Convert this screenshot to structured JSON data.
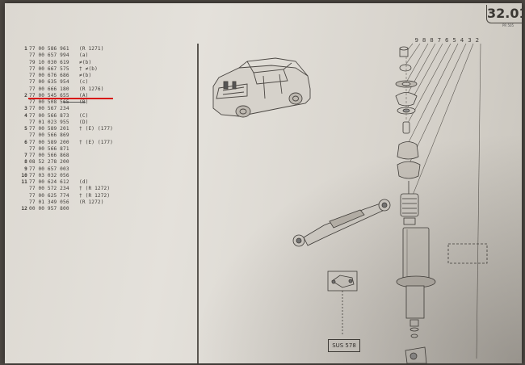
{
  "page_number": "32.01",
  "page_code": "PR 505",
  "figure_label": "SUS 578",
  "callout_numbers": [
    "9",
    "8",
    "8",
    "7",
    "6",
    "5",
    "4",
    "3",
    "2"
  ],
  "parts": [
    {
      "idx": "1",
      "num": "77 00 586 961",
      "note": "(R 1271)"
    },
    {
      "idx": "",
      "num": "77 00 657 994",
      "note": "(a)"
    },
    {
      "idx": "",
      "num": "79 10 030 619",
      "note": "≠(b)"
    },
    {
      "idx": "",
      "num": "77 00 667 575",
      "note": "† ≠(b)"
    },
    {
      "idx": "",
      "num": "77 00 676 686",
      "note": "≠(b)"
    },
    {
      "idx": "",
      "num": "77 00 635 954",
      "note": "(c)"
    },
    {
      "idx": "",
      "num": "77 00 666 180",
      "note": "(R 1276)"
    },
    {
      "idx": "2",
      "num": "77 00 545 655",
      "note": "(A)"
    },
    {
      "idx": "",
      "num": "77 00 508 565",
      "note": "(B)"
    },
    {
      "idx": "3",
      "num": "77 00 567 234",
      "note": ""
    },
    {
      "idx": "4",
      "num": "77 00 566 873",
      "note": "(C)"
    },
    {
      "idx": "",
      "num": "77 01 023 955",
      "note": "(D)"
    },
    {
      "idx": "5",
      "num": "77 00 589 201",
      "note": "† (E) (177)"
    },
    {
      "idx": "",
      "num": "77 00 566 869",
      "note": ""
    },
    {
      "idx": "6",
      "num": "77 00 589 200",
      "note": "† (E) (177)"
    },
    {
      "idx": "",
      "num": "77 00 566 871",
      "note": ""
    },
    {
      "idx": "7",
      "num": "77 00 566 868",
      "note": ""
    },
    {
      "idx": "8",
      "num": "08 52 278 200",
      "note": ""
    },
    {
      "idx": "9",
      "num": "77 00 657 003",
      "note": ""
    },
    {
      "idx": "10",
      "num": "77 03 032 056",
      "note": ""
    },
    {
      "idx": "11",
      "num": "77 00 624 612",
      "note": "(d)"
    },
    {
      "idx": "",
      "num": "77 00 572 234",
      "note": "† (R 1272)"
    },
    {
      "idx": "",
      "num": "77 00 625 774",
      "note": "† (R 1272)"
    },
    {
      "idx": "",
      "num": "77 01 349 056",
      "note": "(R 1272)"
    },
    {
      "idx": "12",
      "num": "00 00 957 800",
      "note": ""
    }
  ],
  "colors": {
    "paper": "#e1ddd6",
    "ink": "#3f3c38",
    "highlight": "#d81818",
    "background": "#4e4944"
  }
}
